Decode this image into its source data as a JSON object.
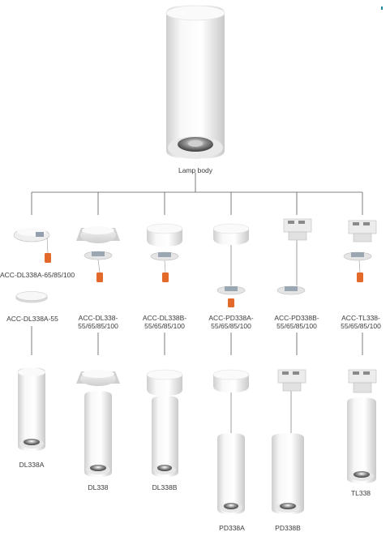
{
  "root": {
    "label": "Lamp body"
  },
  "branches": [
    {
      "accessory_labels": [
        "ACC-DL338A-65/85/100",
        "ACC-DL338A-55"
      ],
      "product_label": "DL338A"
    },
    {
      "accessory_labels": [
        "ACC-DL338-",
        "55/65/85/100"
      ],
      "product_label": "DL338"
    },
    {
      "accessory_labels": [
        "ACC-DL338B-",
        "55/65/85/100"
      ],
      "product_label": "DL338B"
    },
    {
      "accessory_labels": [
        "ACC-PD338A-",
        "55/65/85/100"
      ],
      "product_label": "PD338A"
    },
    {
      "accessory_labels": [
        "ACC-PD338B-",
        "55/65/85/100"
      ],
      "product_label": "PD338B"
    },
    {
      "accessory_labels": [
        "ACC-TL338-",
        "55/65/85/100"
      ],
      "product_label": "TL338"
    }
  ],
  "colors": {
    "connector": "#5a5a5a",
    "body_white": "#f4f4f4",
    "body_shade": "#d8d8d8",
    "accent_orange": "#e2692a",
    "corner_mark": "#1a8a9a"
  }
}
